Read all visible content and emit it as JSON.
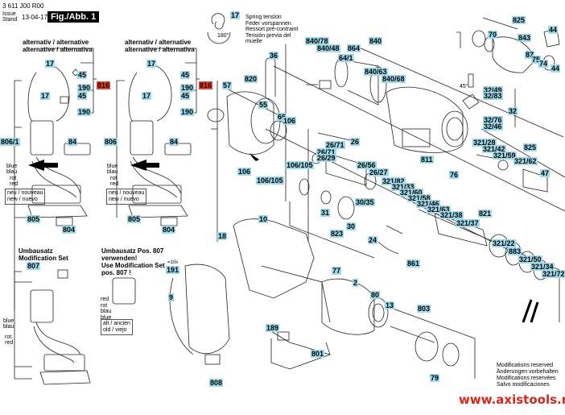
{
  "header": {
    "doc_number": "3 611 J00 R00",
    "issue_label_1": "Issue",
    "issue_label_2": "Stand",
    "issue_date": "13-04-17",
    "figure_label": "Fig./Abb. 1"
  },
  "variant_headers": {
    "line1": "alternativ / alternative",
    "line2": "alternative / alternativa"
  },
  "wire_labels": {
    "blue": "blue",
    "blau": "blau",
    "rot": "rot",
    "red": "red",
    "new_box_1": "neu / nouveau",
    "new_box_2": "new / nuevo",
    "old_box_1": "alt / ancien",
    "old_box_2": "old / viejo"
  },
  "modification": {
    "title_1": "Umbausatz",
    "title_2": "Modification Set",
    "use_1": "Umbausatz Pos. 807",
    "use_2": "verwenden!",
    "use_3": "Use Modification Set",
    "use_4": "pos. 807 !"
  },
  "spring_note": {
    "l1": "Spring tension",
    "l2": "Feder vorspannen",
    "l3": "Ressort pré-contraint",
    "l4": "Tensión previa del",
    "l5": "muelle",
    "angle": "180°"
  },
  "angle_45": "45°",
  "qty_191": "=10x",
  "footer": {
    "mod_1": "Modifications reserved",
    "mod_2": "Änderungen vorbehalten",
    "mod_3": "Modifications reservées",
    "mod_4": "Salvo modificaciones",
    "website": "www.axistools.ru"
  },
  "parts": {
    "p17a": "17",
    "p45a": "45",
    "p190a": "190",
    "p17b": "17",
    "p45b": "45",
    "p190b": "190",
    "p816a": "816",
    "p806_1": "806/1",
    "p84a": "84",
    "p805a": "805",
    "p804a": "804",
    "p17c": "17",
    "p45c": "45",
    "p190c": "190",
    "p17d": "17",
    "p45d": "45",
    "p190d": "190",
    "p816b": "816",
    "p806": "806",
    "p84b": "84",
    "p805b": "805",
    "p804b": "804",
    "p807": "807",
    "p17s": "17",
    "p36": "36",
    "p57": "57",
    "p820": "820",
    "p55": "55",
    "p66": "66",
    "p106": "106",
    "p106_105a": "106/105",
    "p106b": "106",
    "p106_105b": "106/105",
    "p840_78": "840/78",
    "p840_48": "840/48",
    "p864": "864",
    "p64_1": "64/1",
    "p840": "840",
    "p840_63": "840/63",
    "p840_68": "840/68",
    "p825a": "825",
    "p843": "843",
    "p70": "70",
    "p44a": "44",
    "p87": "87",
    "p75": "75",
    "p74": "74",
    "p44b": "44",
    "p32_49": "32/49",
    "p32_83": "32/83",
    "p32": "32",
    "p32_76": "32/76",
    "p32_46": "32/46",
    "p811": "811",
    "p76": "76",
    "p321_28": "321/28",
    "p321_42": "321/42",
    "p825b": "825",
    "p321_59": "321/59",
    "p321_62": "321/62",
    "p47": "47",
    "p26_71a": "26/71",
    "p26_29": "26/29",
    "p26_71b": "26/71",
    "p26": "26",
    "p26_56": "26/56",
    "p26_27": "26/27",
    "p321_82": "321/82",
    "p321_33": "321/33",
    "p321_60": "321/60",
    "p321_58": "321/58",
    "p321_46": "321/46",
    "p321_63": "321/63",
    "p321_38": "321/38",
    "p821": "821",
    "p321_37": "321/37",
    "p30_35": "30/35",
    "p31": "31",
    "p30": "30",
    "p823": "823",
    "p24": "24",
    "p861": "861",
    "p321_22": "321/22",
    "p883": "883",
    "p321_50": "321/50",
    "p321_34": "321/34",
    "p321_72": "321/72",
    "p10": "10",
    "p18": "18",
    "p191": "191",
    "p9": "9",
    "p77": "77",
    "p2": "2",
    "p80": "80",
    "p13": "13",
    "p803": "803",
    "p79": "79",
    "p189": "189",
    "p801": "801",
    "p808": "808"
  }
}
